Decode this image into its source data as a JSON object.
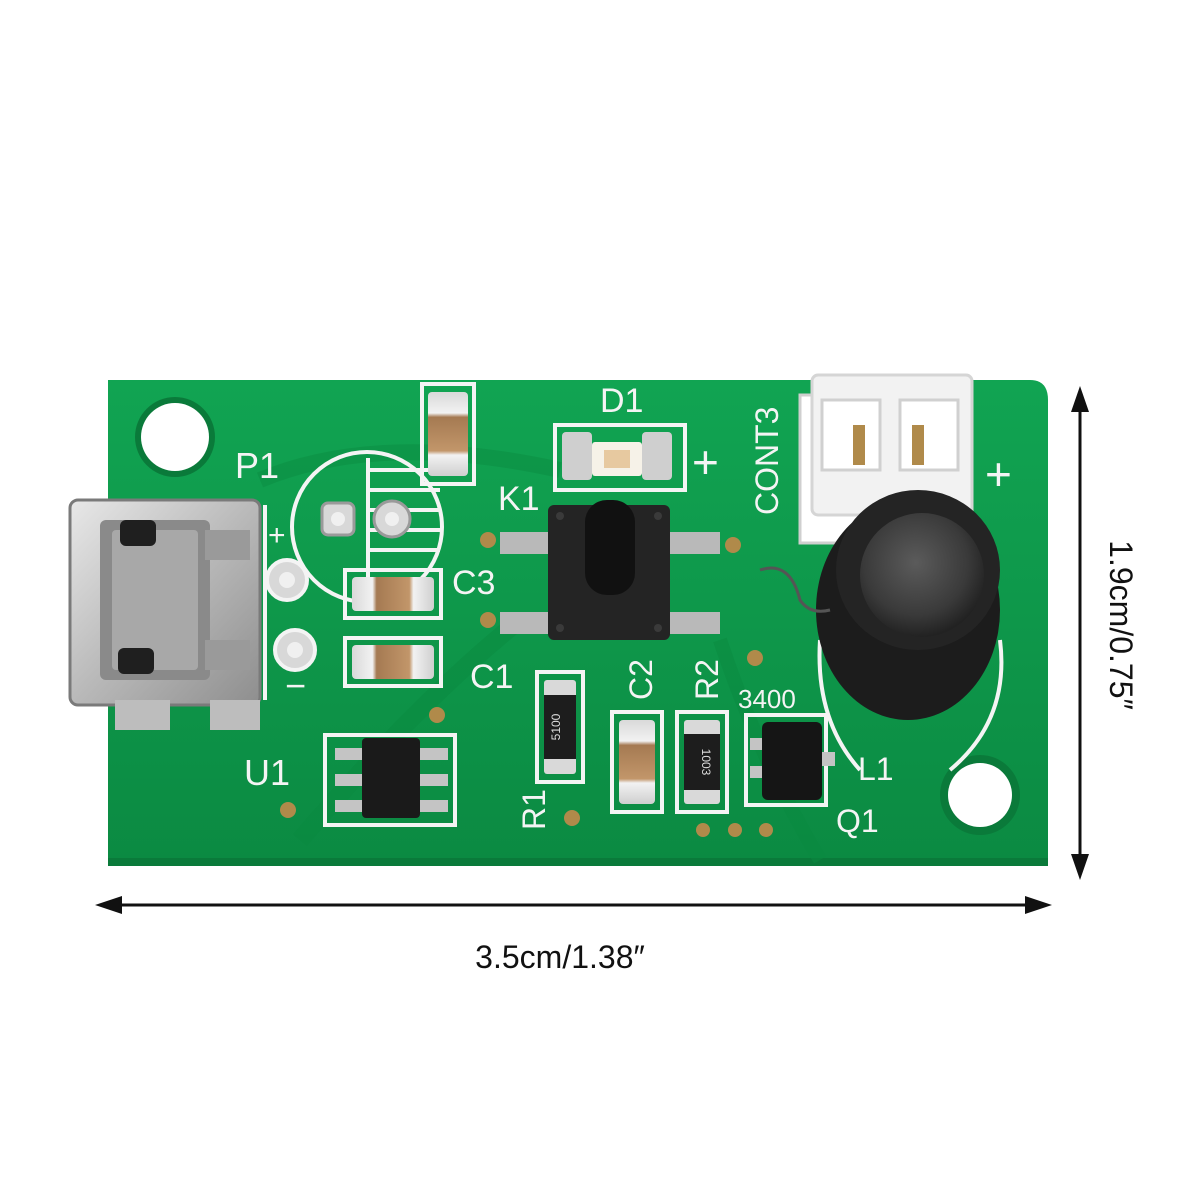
{
  "labels": {
    "p1": "P1",
    "d1": "D1",
    "cont3": "CONT3",
    "k1": "K1",
    "c3": "C3",
    "c1": "C1",
    "c2": "C2",
    "r2": "R2",
    "r1": "R1",
    "u1": "U1",
    "l1": "L1",
    "q1": "Q1",
    "code_3400": "3400",
    "plus": "+",
    "minus": "−"
  },
  "resistor_codes": {
    "r1": "5100",
    "r2": "1003"
  },
  "dimensions": {
    "width": "3.5cm/1.38″",
    "height": "1.9cm/0.75″"
  },
  "colors": {
    "pcb_green": "#0e9a4a",
    "pcb_dark": "#0a7a3a",
    "silkscreen": "#f4f4f4",
    "background": "#ffffff",
    "usb_metal": "#c9c9c9",
    "inductor": "#1c1c1c"
  }
}
